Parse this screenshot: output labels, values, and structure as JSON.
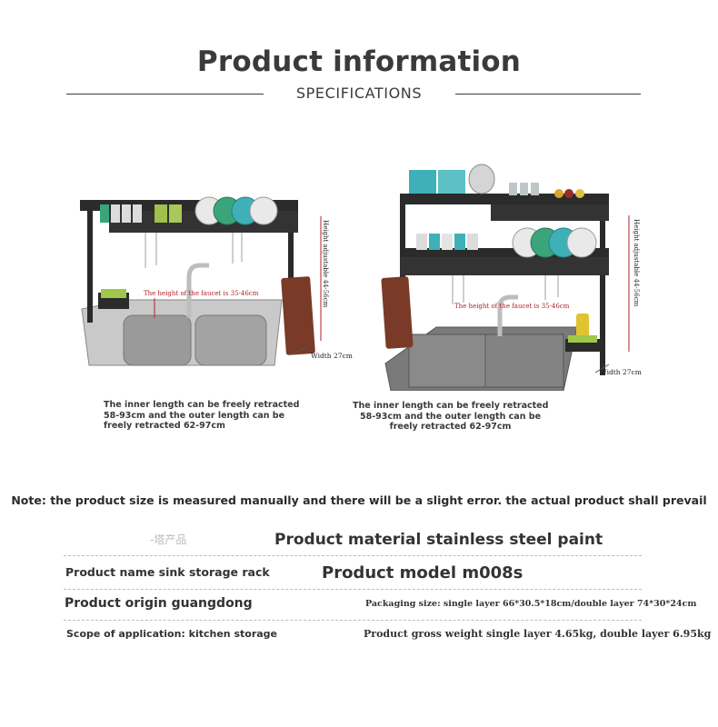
{
  "header": {
    "title": "Product information",
    "subtitle": "SPECIFICATIONS"
  },
  "left_figure": {
    "faucet_note": "The height of the faucet is 35-46cm",
    "height_label": "Height adjustable 44-56cm",
    "width_label": "Width 27cm",
    "caption": [
      "The inner length can be freely retracted",
      "58-93cm and the outer length can be",
      "freely retracted 62-97cm"
    ]
  },
  "right_figure": {
    "faucet_note": "The height of the faucet is 35-46cm",
    "height_label": "Height adjustable 44-56cm",
    "width_label": "Width 27cm",
    "caption": [
      "The inner length can be freely retracted",
      "58-93cm and the outer length can be",
      "freely retracted 62-97cm"
    ]
  },
  "note": "Note: the product size is measured manually and there will be a slight error. the actual product shall prevail",
  "specs": {
    "faint_text": "-塔产品",
    "material": "Product material stainless steel paint",
    "name": "Product name sink storage rack",
    "model": "Product model m008s",
    "origin": "Product origin guangdong",
    "packaging": "Packaging size: single layer 66*30.5*18cm/double layer 74*30*24cm",
    "scope": "Scope of application: kitchen storage",
    "weight": "Product gross weight single layer 4.65kg, double layer 6.95kg"
  },
  "colors": {
    "heading": "#3a3a3a",
    "rack": "#2a2a2a",
    "sink": "#9a9a9a",
    "red_note": "#b2202a",
    "plate_green": "#3aa57a",
    "plate_teal": "#3fb0b8",
    "cutting_board": "#7a3a28"
  }
}
